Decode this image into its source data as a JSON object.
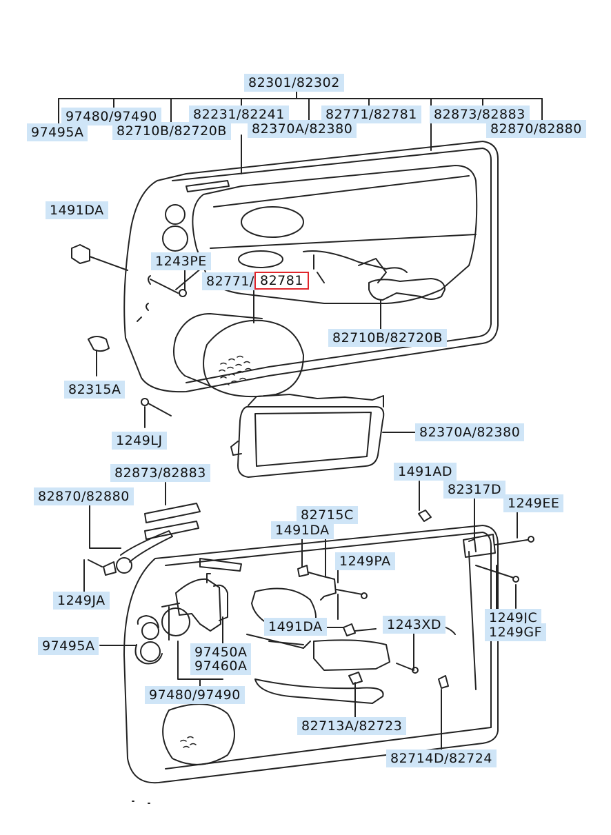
{
  "colors": {
    "label_bg": "#cfe5f7",
    "highlight": "#e0262b",
    "ink": "#111111"
  },
  "labels": {
    "l_82301": "82301/82302",
    "l_97480a": "97480/97490",
    "l_97495a_top": "97495A",
    "l_82231": "82231/82241",
    "l_82710b_top": "82710B/82720B",
    "l_82771_top": "82771/82781",
    "l_82370a_top": "82370A/82380",
    "l_82873_top": "82873/82883",
    "l_82870_top": "82870/82880",
    "l_1491da_a": "1491DA",
    "l_1243pe": "1243PE",
    "l_82771": "82771/",
    "l_82781": "82781",
    "l_82710b_mid": "82710B/82720B",
    "l_82315a": "82315A",
    "l_1249lj": "1249LJ",
    "l_82370a_mid": "82370A/82380",
    "l_82873_low": "82873/82883",
    "l_82870_low": "82870/82880",
    "l_1491ad": "1491AD",
    "l_82317d": "82317D",
    "l_1249ee": "1249EE",
    "l_82715c": "82715C",
    "l_1491da_b": "1491DA",
    "l_1249pa": "1249PA",
    "l_1249ja": "1249JA",
    "l_1491da_c": "1491DA",
    "l_1243xd": "1243XD",
    "l_1249jc": "1249JC",
    "l_1249gf": "1249GF",
    "l_97495a_low": "97495A",
    "l_97450a": "97450A",
    "l_97460a": "97460A",
    "l_97480_low": "97480/97490",
    "l_82713a": "82713A/82723",
    "l_82714d": "82714D/82724"
  }
}
